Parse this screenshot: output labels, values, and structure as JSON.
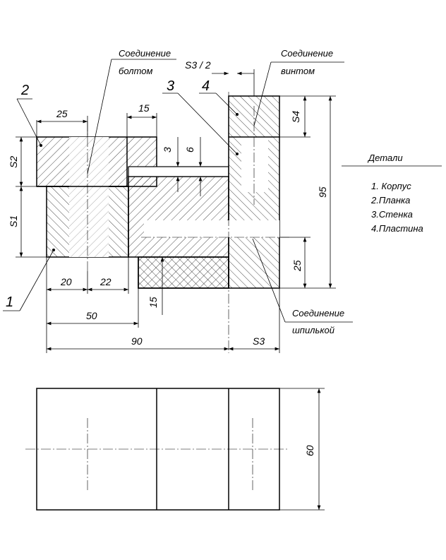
{
  "labels": {
    "bolt_conn_1": "Соединение",
    "bolt_conn_2": "болтом",
    "screw_conn_1": "Соединение",
    "screw_conn_2": "винтом",
    "pin_conn_1": "Соединение",
    "pin_conn_2": "шпилькой",
    "s3_half": "S3 / 2"
  },
  "callouts": {
    "n1": "1",
    "n2": "2",
    "n3": "3",
    "n4": "4"
  },
  "dimensions": {
    "d25_top": "25",
    "d15_top": "15",
    "d3": "3",
    "d6": "6",
    "d20": "20",
    "d22": "22",
    "d50": "50",
    "d90": "90",
    "d15_side": "15",
    "d25_side": "25",
    "d95": "95",
    "d60": "60",
    "s1": "S1",
    "s2": "S2",
    "s3": "S3",
    "s4": "S4"
  },
  "legend": {
    "title": "Детали",
    "items": [
      "1. Корпус",
      "2.Планка",
      "3.Стенка",
      "4.Пластина"
    ]
  }
}
